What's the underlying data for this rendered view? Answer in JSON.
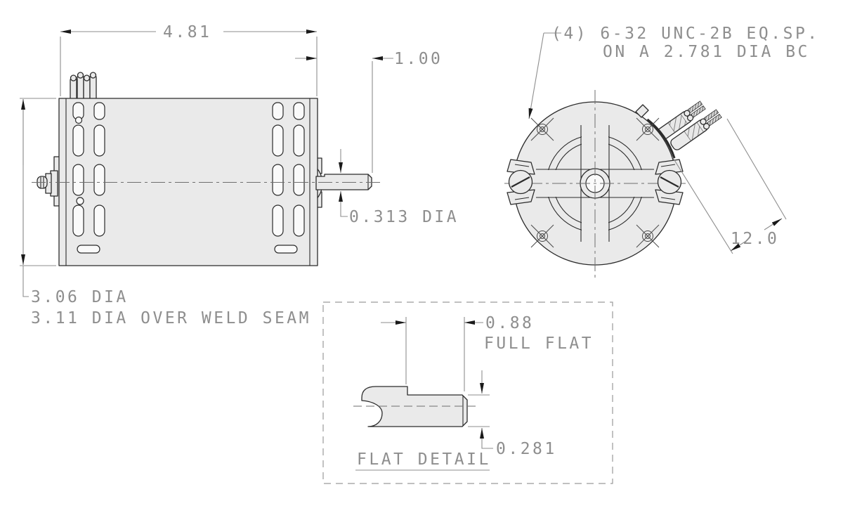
{
  "side_view": {
    "dim_overall_length": "4.81",
    "dim_shaft_extension": "1.00",
    "dim_shaft_diameter": "0.313 DIA",
    "dim_body_dia_line1": "3.06 DIA",
    "dim_body_dia_line2": "3.11 DIA OVER WELD SEAM"
  },
  "end_view": {
    "thread_note_line1": "(4) 6-32 UNC-2B EQ.SP.",
    "thread_note_line2": "ON A 2.781 DIA BC",
    "dim_lead_length": "12.0"
  },
  "flat_detail": {
    "dim_flat_length": "0.88",
    "dim_flat_length_note": "FULL FLAT",
    "dim_flat_height": "0.281",
    "title": "FLAT DETAIL"
  },
  "colors": {
    "outline": "#2b2b2b",
    "body_fill": "#eaeaea",
    "dimension_lines": "#8e8e8e",
    "arrowheads": "#1a1a1a",
    "background": "#ffffff"
  }
}
